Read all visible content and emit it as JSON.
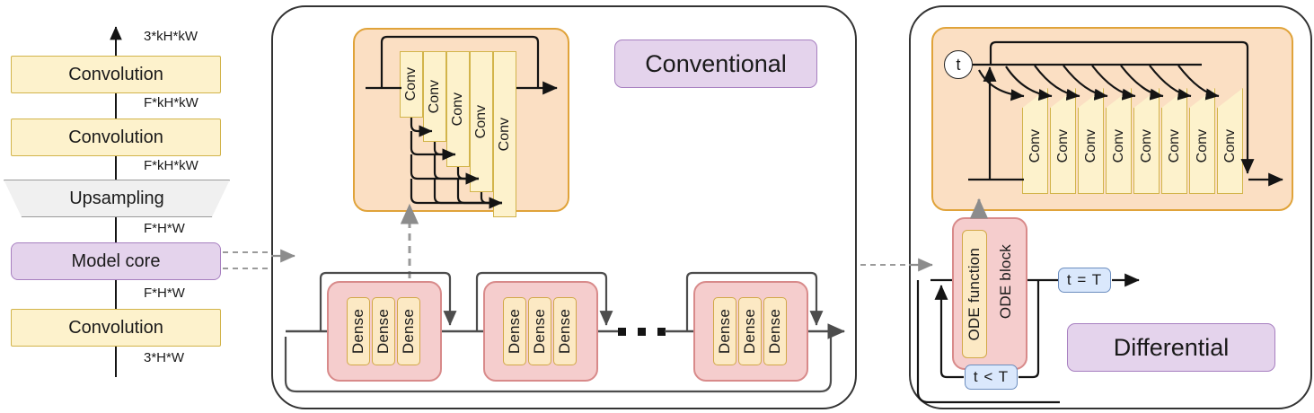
{
  "left_pipeline": {
    "name": "model-pipeline",
    "stages": [
      {
        "id": "conv-top",
        "label": "Convolution",
        "kind": "conv"
      },
      {
        "id": "conv-second",
        "label": "Convolution",
        "kind": "conv"
      },
      {
        "id": "upsampling",
        "label": "Upsampling",
        "kind": "upsample"
      },
      {
        "id": "model-core",
        "label": "Model core",
        "kind": "core"
      },
      {
        "id": "conv-bottom",
        "label": "Convolution",
        "kind": "conv"
      }
    ],
    "tensor_labels": [
      {
        "id": "dim-out",
        "text": "3*kH*kW"
      },
      {
        "id": "dim-1",
        "text": "F*kH*kW"
      },
      {
        "id": "dim-2",
        "text": "F*kH*kW"
      },
      {
        "id": "dim-3",
        "text": "F*H*W"
      },
      {
        "id": "dim-4",
        "text": "F*H*W"
      },
      {
        "id": "dim-in",
        "text": "3*H*W"
      }
    ]
  },
  "middle_panel": {
    "caption": "Conventional",
    "detail_block": {
      "title": "dense-block-detail",
      "conv_labels": [
        "Conv",
        "Conv",
        "Conv",
        "Conv",
        "Conv"
      ]
    },
    "chain": {
      "blocks": [
        {
          "id": "dense-block-1",
          "cells": [
            "Dense",
            "Dense",
            "Dense"
          ]
        },
        {
          "id": "dense-block-2",
          "cells": [
            "Dense",
            "Dense",
            "Dense"
          ]
        },
        {
          "id": "dense-block-3",
          "cells": [
            "Dense",
            "Dense",
            "Dense"
          ]
        }
      ],
      "ellipsis_dots": 3
    }
  },
  "right_panel": {
    "caption": "Differential",
    "ode_function_detail": {
      "time_node": "t",
      "conv_labels": [
        "Conv",
        "Conv",
        "Conv",
        "Conv",
        "Conv",
        "Conv",
        "Conv",
        "Conv"
      ]
    },
    "ode_block": {
      "outer_label": "ODE block",
      "inner_label": "ODE function",
      "exit_badge": "t = T",
      "loop_badge": "t < T"
    }
  },
  "colors": {
    "conv_fill": "#fdf2cc",
    "conv_border": "#d2b44a",
    "core_fill": "#e4d3ec",
    "core_border": "#a77fc0",
    "upsample_fill": "#f0f0f0",
    "upsample_border": "#9a9a9a",
    "dense_fill": "#f5cdcd",
    "dense_border": "#d88a8a",
    "detail_fill": "#fbdfc3",
    "detail_border": "#e0a33a",
    "badge_fill": "#dae8fc",
    "badge_border": "#6c8ebf",
    "panel_border": "#333333",
    "line": "#4d4d4d",
    "dashed": "#999999"
  }
}
